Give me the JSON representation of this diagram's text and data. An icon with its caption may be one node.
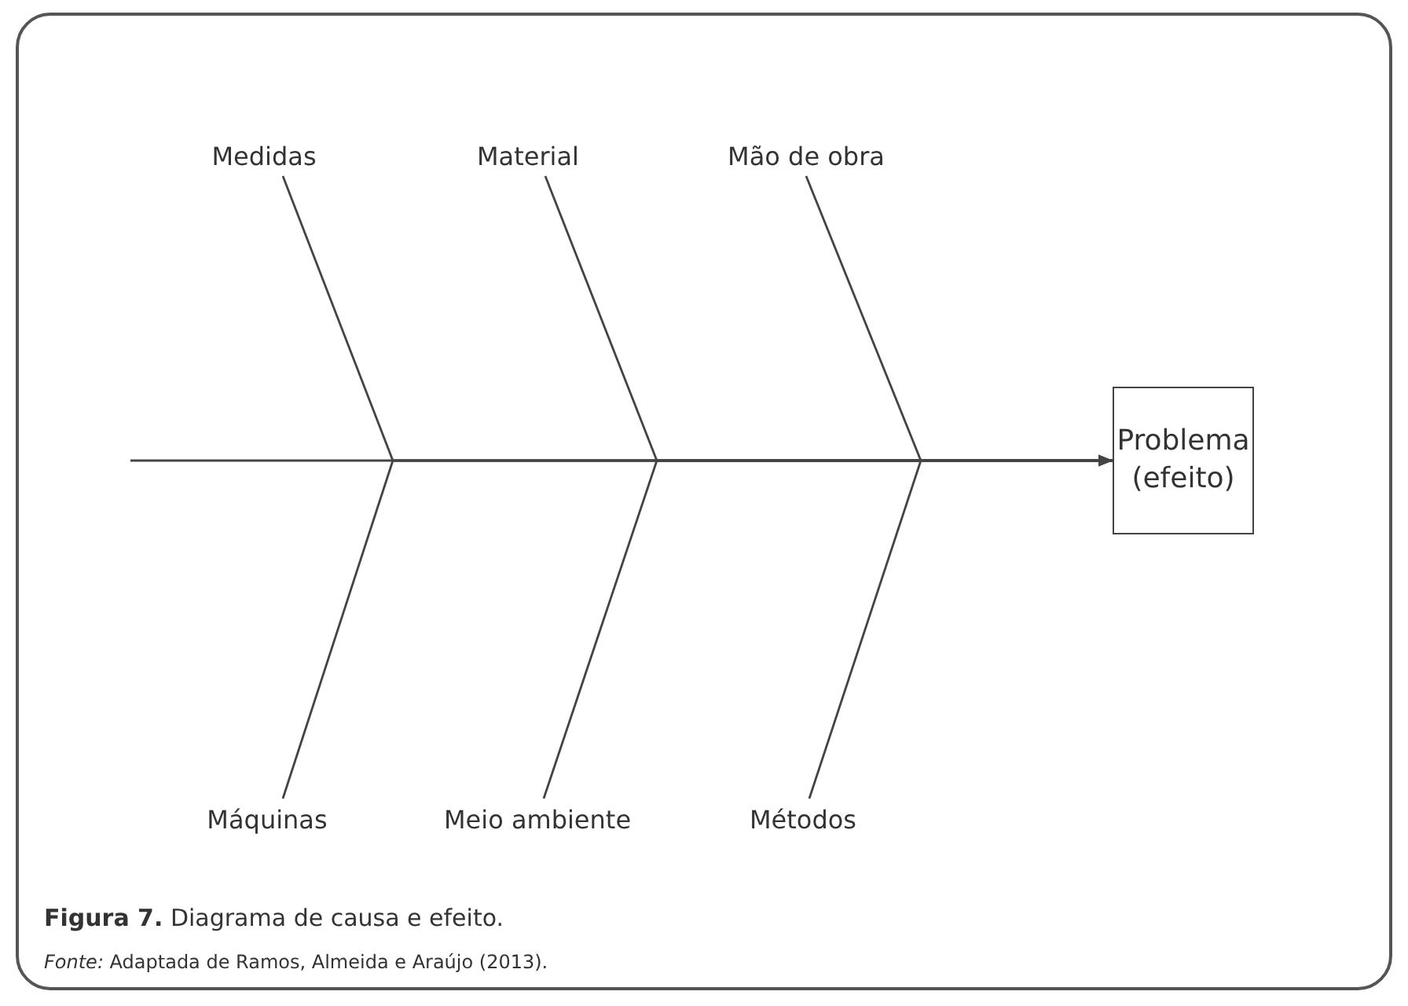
{
  "diagram": {
    "caption": "**Figura 7.** Diagrama de causa e efeito.",
    "nodes": [
      {
        "text": [
          "Medidas"
        ]
      },
      {
        "text": [
          "Material"
        ]
      },
      {
        "text": [
          "Mão de obra"
        ]
      },
      {
        "text": [
          "Problema (efeito)"
        ]
      },
      {
        "text": [
          "Máquinas"
        ]
      },
      {
        "text": [
          "Meio ambiente"
        ]
      },
      {
        "text": [
          "Métodos"
        ]
      }
    ],
    "edges": [
      {
        "from": 0,
        "to": 3,
        "arrow": "to"
      },
      {
        "from": 1,
        "to": 3,
        "arrow": "to"
      },
      {
        "from": 2,
        "to": 3,
        "arrow": "to"
      },
      {
        "from": 4,
        "to": 3,
        "arrow": "to"
      },
      {
        "from": 5,
        "to": 3,
        "arrow": "to"
      },
      {
        "from": 6,
        "to": 3,
        "arrow": "to"
      },
      {
        "from": null,
        "to": 3,
        "arrow": "to"
      }
    ],
    "labels": [
      "*Fonte:* Adaptada de Ramos, Almeida e Araújo (2013)."
    ]
  }
}
